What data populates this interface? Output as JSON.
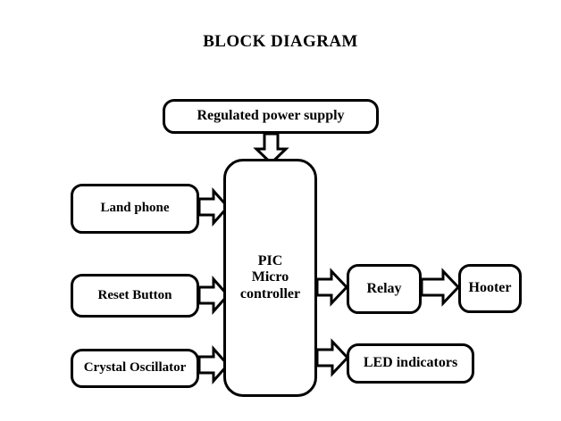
{
  "diagram": {
    "title": "BLOCK DIAGRAM",
    "background_color": "#ffffff",
    "stroke_color": "#000000",
    "text_color": "#000000",
    "nodes": {
      "power_supply": "Regulated power supply",
      "land_phone": "Land phone",
      "reset_button": "Reset Button",
      "crystal_oscillator": "Crystal Oscillator",
      "microcontroller": "PIC\nMicro\ncontroller",
      "relay": "Relay",
      "hooter": "Hooter",
      "led_indicators": "LED indicators"
    },
    "connections": [
      {
        "from": "Regulated power supply",
        "to": "PIC Micro controller",
        "direction": "down",
        "style": "hollow-block-arrow"
      },
      {
        "from": "Land phone",
        "to": "PIC Micro controller",
        "direction": "right",
        "style": "hollow-block-arrow"
      },
      {
        "from": "Reset Button",
        "to": "PIC Micro controller",
        "direction": "right",
        "style": "hollow-block-arrow"
      },
      {
        "from": "Crystal Oscillator",
        "to": "PIC Micro controller",
        "direction": "right",
        "style": "hollow-block-arrow"
      },
      {
        "from": "PIC Micro controller",
        "to": "Relay",
        "direction": "right",
        "style": "hollow-block-arrow"
      },
      {
        "from": "Relay",
        "to": "Hooter",
        "direction": "right",
        "style": "hollow-block-arrow"
      },
      {
        "from": "PIC Micro controller",
        "to": "LED indicators",
        "direction": "right",
        "style": "hollow-block-arrow"
      }
    ]
  }
}
